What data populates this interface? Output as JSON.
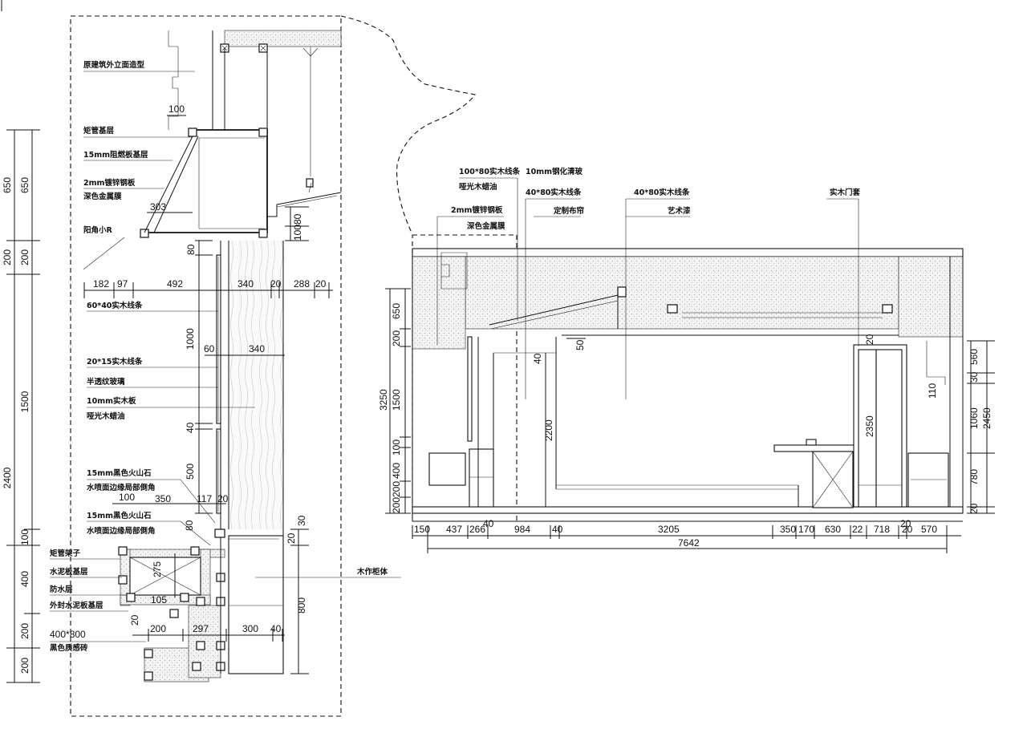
{
  "left_section": {
    "vertical_dims": [
      "650",
      "650",
      "200",
      "200",
      "1500",
      "2400",
      "100",
      "400",
      "200",
      "200"
    ],
    "notes": {
      "facade": "原建筑外立面造型",
      "tube_base": "矩管基层",
      "fireproof_board": "15mm阻燃板基层",
      "steel_plate": "2mm镀锌钢板",
      "metal_film": "深色金属膜",
      "corner_r": "阳角小R",
      "wood_line_60x40": "60*40实木线条",
      "wood_line_20x15": "20*15实木线条",
      "frosted_glass": "半透纹玻璃",
      "wood_board_10mm": "10mm实木板",
      "matte_wax": "哑光木蜡油",
      "stone_1": "15mm黑色火山石",
      "stone_1_edge": "水喷面边缘局部倒角",
      "stone_2": "15mm黑色火山石",
      "stone_2_edge": "水喷面边缘局部倒角",
      "tube_frame": "矩管架子",
      "cement_base": "水泥板基层",
      "waterproof": "防水层",
      "outer_cement": "外封水泥板基层",
      "tile_size": "400*800",
      "tile_name": "黑色质感砖",
      "wood_cabinet": "木作柜体"
    },
    "dims": {
      "d100_top": "100",
      "d303": "303",
      "d100_side": "100",
      "d80_side": "80",
      "d80_a": "80",
      "d182": "182",
      "d97": "97",
      "d492": "492",
      "d340_a": "340",
      "d20_a": "20",
      "d288": "288",
      "d20_b": "20",
      "d1000": "1000",
      "d60": "60",
      "d340_b": "340",
      "d40": "40",
      "d500": "500",
      "d100_b": "100",
      "d350": "350",
      "d117": "117",
      "d20_c": "20",
      "d80_b": "80",
      "d20_d": "20",
      "d30": "30",
      "d275": "275",
      "d105": "105",
      "d20_e": "20",
      "d200": "200",
      "d297": "297",
      "d300": "300",
      "d40_b": "40",
      "d800": "800"
    }
  },
  "right_section": {
    "notes": {
      "wood_line_100x80": "100*80实木线条",
      "matte_wax": "哑光木蜡油",
      "tempered_glass": "10mm钢化清玻",
      "wood_line_40x80_a": "40*80实木线条",
      "curtain": "定制布帘",
      "wood_line_40x80_b": "40*80实木线条",
      "art_paint": "艺术漆",
      "wood_door": "实木门套",
      "steel_plate": "2mm镀锌钢板",
      "metal_film": "深色金属膜"
    },
    "left_dims": [
      "650",
      "200",
      "1500",
      "3250",
      "100",
      "400",
      "200",
      "200"
    ],
    "right_dims": [
      "560",
      "30",
      "1060",
      "2450",
      "780",
      "20"
    ],
    "inner_dims": {
      "d40_a": "40",
      "d50": "50",
      "d2200": "2200",
      "d2350": "2350",
      "d20": "20",
      "d110": "110"
    },
    "bottom_dims": [
      "150",
      "437",
      "266",
      "984",
      "40",
      "3205",
      "350",
      "170",
      "630",
      "22",
      "718",
      "20",
      "570"
    ],
    "bottom_top_dims": {
      "d40": "40",
      "d20": "20"
    },
    "total": "7642"
  }
}
